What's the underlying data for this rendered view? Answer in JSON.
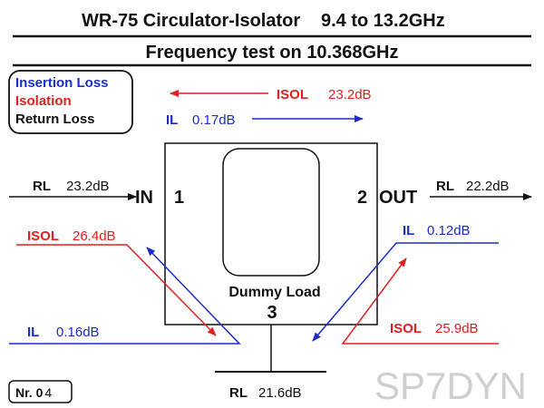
{
  "header": {
    "title": "WR-75 Circulator-Isolator",
    "range": "9.4 to 13.2GHz",
    "subtitle": "Frequency test on 10.368GHz"
  },
  "legend": {
    "insertion_loss": "Insertion Loss",
    "isolation": "Isolation",
    "return_loss": "Return Loss"
  },
  "top": {
    "isol_label": "ISOL",
    "isol_value": "23.2dB",
    "il_label": "IL",
    "il_value": "0.17dB"
  },
  "ports": {
    "in_label": "IN",
    "in_number": "1",
    "out_label": "OUT",
    "out_number": "2",
    "load_label": "Dummy Load",
    "load_number": "3"
  },
  "in_side": {
    "rl_label": "RL",
    "rl_value": "23.2dB",
    "isol_label": "ISOL",
    "isol_value": "26.4dB",
    "il_label": "IL",
    "il_value": "0.16dB"
  },
  "out_side": {
    "rl_label": "RL",
    "rl_value": "22.2dB",
    "il_label": "IL",
    "il_value": "0.12dB",
    "isol_label": "ISOL",
    "isol_value": "25.9dB"
  },
  "load_side": {
    "rl_label": "RL",
    "rl_value": "21.6dB"
  },
  "footer": {
    "nr_prefix": "Nr. 0",
    "nr_number": "4",
    "watermark": "SP7DYN"
  },
  "colors": {
    "blue": "#1c2cc8",
    "red": "#e02020",
    "black": "#111111",
    "watermark": "#cfcfcf"
  }
}
